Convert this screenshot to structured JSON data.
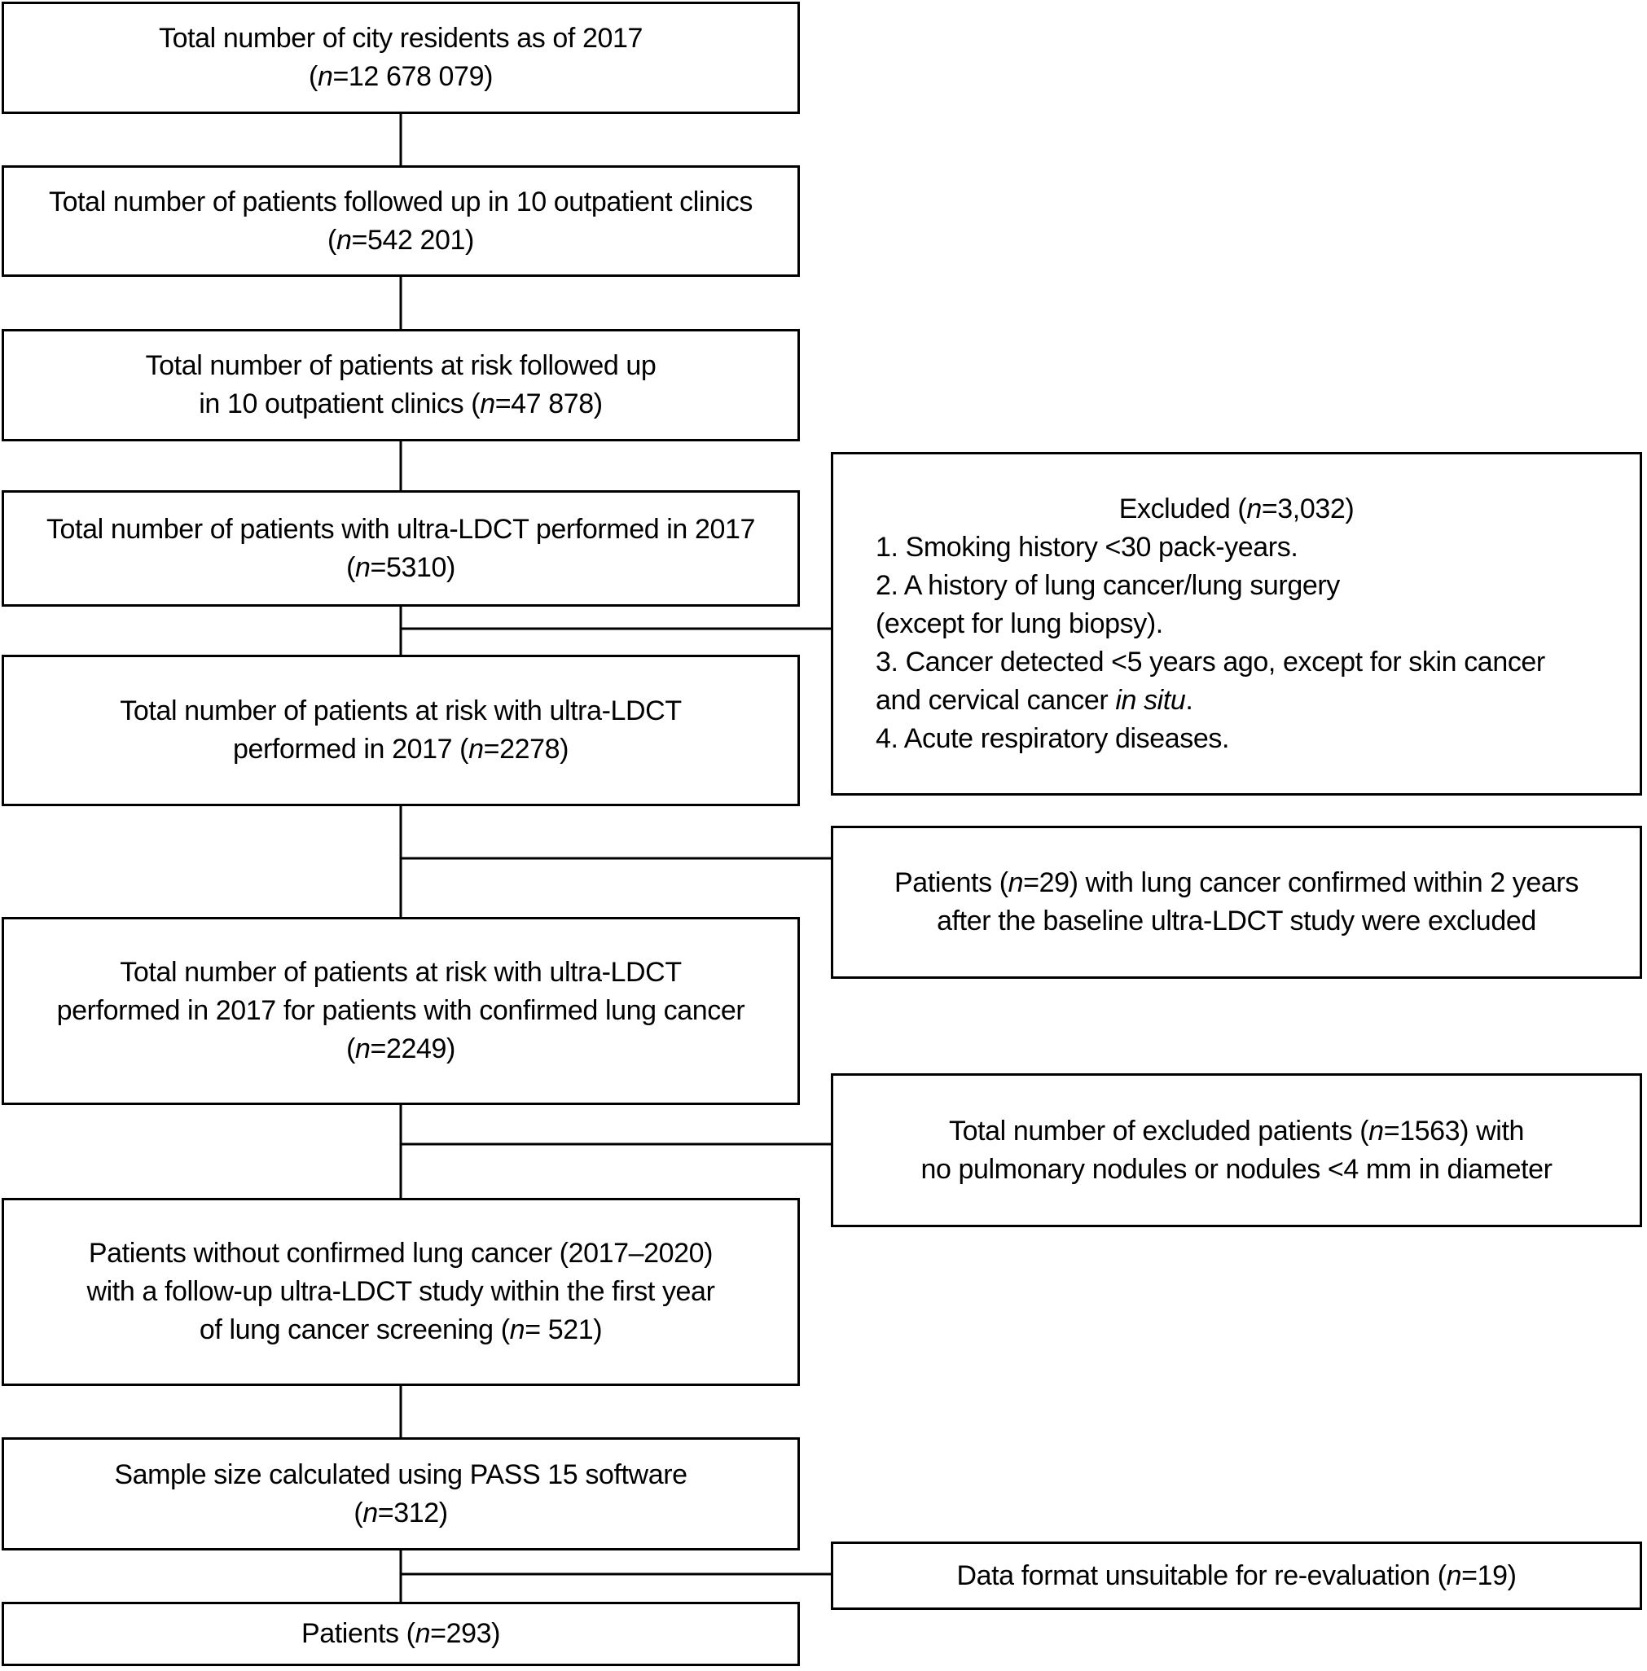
{
  "flowchart": {
    "colors": {
      "border": "#000000",
      "background": "#ffffff",
      "text": "#000000"
    },
    "main_flow": [
      {
        "id": "city-residents",
        "text": "Total number of city residents as of 2017\n(*n*=12 678 079)"
      },
      {
        "id": "followed-up-clinics",
        "text": "Total number of patients followed up in 10 outpatient clinics\n(*n*=542 201)"
      },
      {
        "id": "at-risk-followed-up",
        "text": "Total number of patients at risk followed up\nin 10 outpatient clinics (*n*=47 878)"
      },
      {
        "id": "ldct-performed-2017",
        "text": "Total number of patients with ultra-LDCT performed in 2017\n(*n*=5310)"
      },
      {
        "id": "at-risk-ldct-2017",
        "text": "Total number of patients at risk with ultra-LDCT\nperformed in 2017 (*n*=2278)"
      },
      {
        "id": "at-risk-confirmed-cancer",
        "text": "Total number of patients at risk with ultra-LDCT\nperformed in 2017 for patients with confirmed lung cancer\n(*n*=2249)"
      },
      {
        "id": "without-confirmed-cancer",
        "text": "Patients without confirmed lung cancer (2017–2020)\nwith a follow-up ultra-LDCT study within the first year\nof lung cancer screening (*n*= 521)"
      },
      {
        "id": "sample-size",
        "text": "Sample size calculated using PASS 15 software\n(*n*=312)"
      },
      {
        "id": "final-patients",
        "text": "Patients (*n*=293)"
      }
    ],
    "exclusion_boxes": [
      {
        "id": "excluded-criteria",
        "title": "Excluded (*n*=3,032)",
        "items": "1. Smoking history <30 pack-years.\n2. A history of lung cancer/lung surgery\n(except for lung biopsy).\n3. Cancer detected <5 years ago, except for skin cancer\nand cervical cancer *in situ*.\n4. Acute respiratory diseases."
      },
      {
        "id": "excluded-lung-cancer-2yr",
        "text": "Patients (*n*=29) with lung cancer confirmed within 2 years\nafter the baseline ultra-LDCT study were excluded"
      },
      {
        "id": "excluded-no-nodules",
        "text": "Total number of excluded patients (*n*=1563) with\nno pulmonary nodules or nodules <4 mm in diameter"
      },
      {
        "id": "excluded-data-format",
        "text": "Data format unsuitable for re-evaluation (*n*=19)"
      }
    ]
  }
}
